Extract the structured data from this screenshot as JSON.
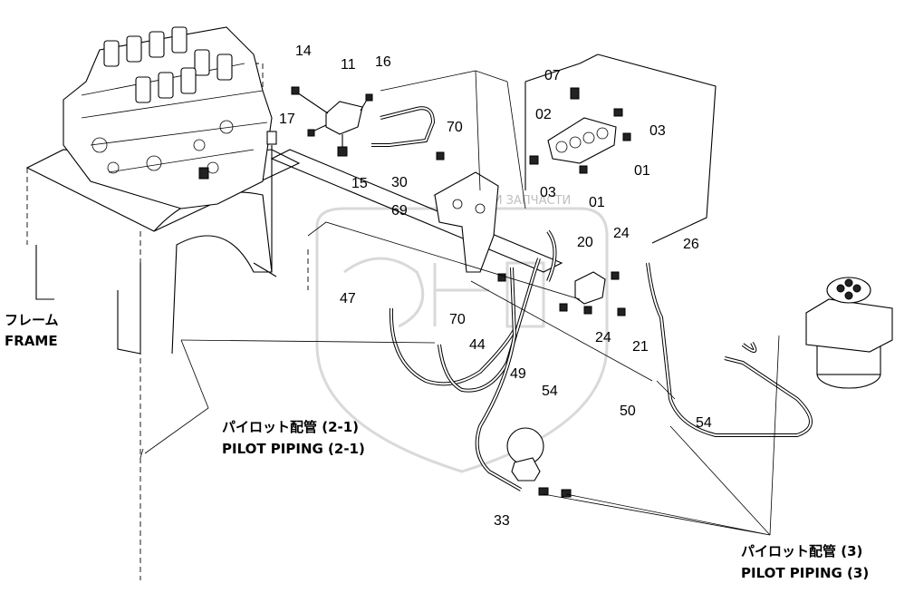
{
  "watermark": {
    "text": "ТЕХНИКА И ЗАПЧАСТИ"
  },
  "captions": {
    "frame_jp": "フレーム",
    "frame_en": "FRAME",
    "pilot21_jp": "パイロット配管 (2-1)",
    "pilot21_en": "PILOT PIPING (2-1)",
    "pilot3_jp": "パイロット配管 (3)",
    "pilot3_en": "PILOT PIPING (3)"
  },
  "parts": {
    "p14": "14",
    "p11": "11",
    "p16": "16",
    "p17": "17",
    "p15": "15",
    "p30": "30",
    "p70a": "70",
    "p69": "69",
    "p70b": "70",
    "p07": "07",
    "p02": "02",
    "p03a": "03",
    "p03b": "03",
    "p01a": "01",
    "p01b": "01",
    "p20": "20",
    "p24a": "24",
    "p26": "26",
    "p24b": "24",
    "p21": "21",
    "p47": "47",
    "p44": "44",
    "p49": "49",
    "p54a": "54",
    "p50": "50",
    "p54b": "54",
    "p33": "33"
  }
}
